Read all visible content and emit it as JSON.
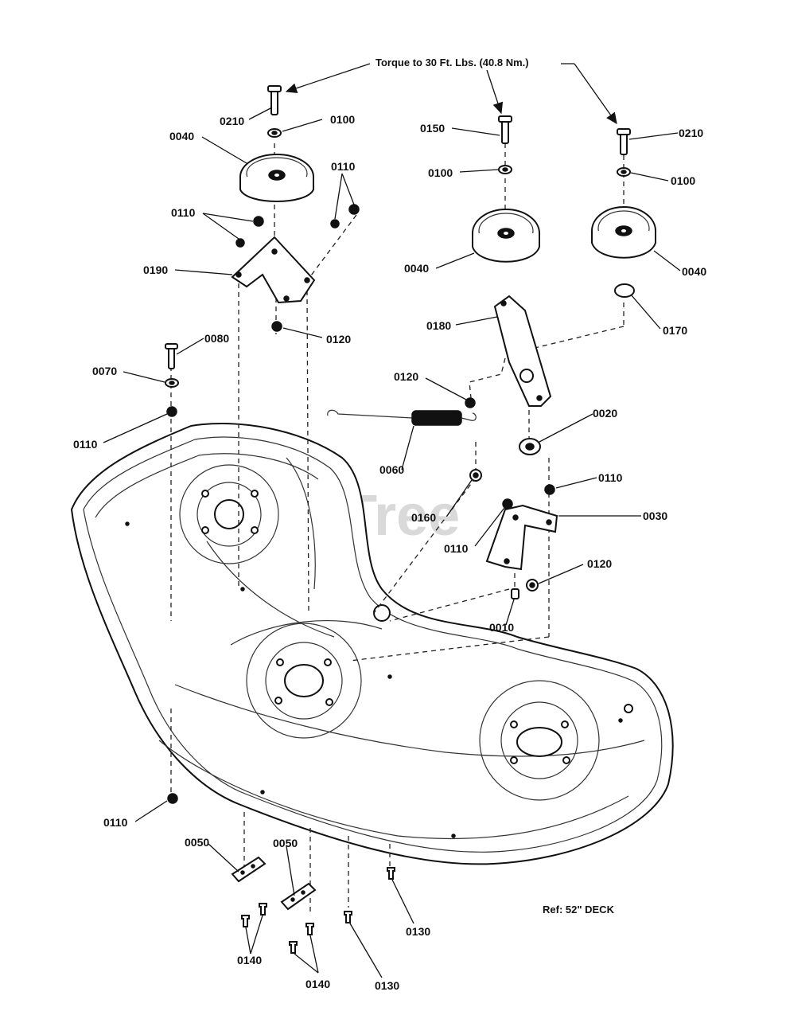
{
  "note": {
    "torque": "Torque to 30 Ft. Lbs. (40.8 Nm.)",
    "ref": "Ref: 52\" DECK"
  },
  "watermark": "PartsTree",
  "labels": {
    "l0210a": "0210",
    "l0100a": "0100",
    "l0040a": "0040",
    "l0110a": "0110",
    "l0110b": "0110",
    "l0190": "0190",
    "l0120a": "0120",
    "l0080": "0080",
    "l0070": "0070",
    "l0110c": "0110",
    "l0150": "0150",
    "l0100b": "0100",
    "l0040b": "0040",
    "l0180": "0180",
    "l0120b": "0120",
    "l0060": "0060",
    "l0160": "0160",
    "l0210b": "0210",
    "l0100c": "0100",
    "l0040c": "0040",
    "l0170": "0170",
    "l0020": "0020",
    "l0110d": "0110",
    "l0030": "0030",
    "l0110e": "0110",
    "l0120c": "0120",
    "l0010": "0010",
    "l0110f": "0110",
    "l0050a": "0050",
    "l0050b": "0050",
    "l0140a": "0140",
    "l0140b": "0140",
    "l0130a": "0130",
    "l0130b": "0130"
  }
}
